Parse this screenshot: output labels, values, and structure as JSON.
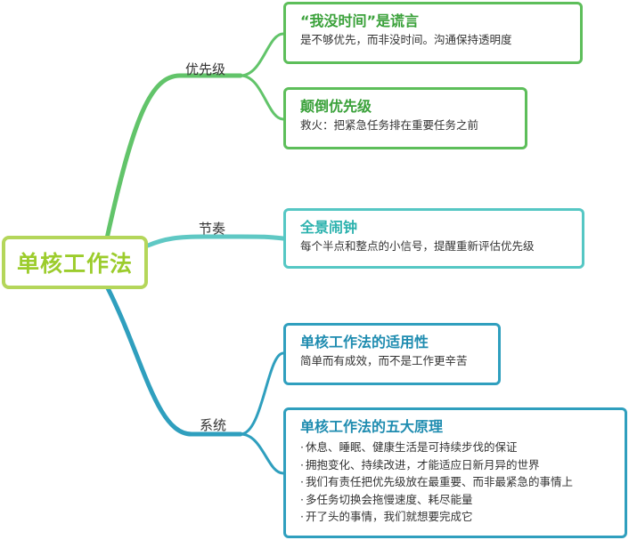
{
  "root": {
    "label": "单核工作法"
  },
  "branches": [
    {
      "label": "优先级"
    },
    {
      "label": "节奏"
    },
    {
      "label": "系统"
    }
  ],
  "cards": [
    {
      "title": "“我没时间”是谎言",
      "text": "是不够优先，而非没时间。沟通保持透明度"
    },
    {
      "title": "颠倒优先级",
      "text": "救火：把紧急任务排在重要任务之前"
    },
    {
      "title": "全景闹钟",
      "text": "每个半点和整点的小信号，提醒重新评估优先级"
    },
    {
      "title": "单核工作法的适用性",
      "text": "简单而有成效，而不是工作更辛苦"
    },
    {
      "title": "单核工作法的五大原理",
      "items": [
        "休息、睡眠、健康生活是可持续步伐的保证",
        "拥抱变化、持续改进，才能适应日新月异的世界",
        "我们有责任把优先级放在最重要、而非最紧急的事情上",
        "多任务切换会拖慢速度、耗尽能量",
        "开了头的事情，我们就想要完成它"
      ]
    }
  ],
  "colors": {
    "root": "#b4d65a",
    "priority": "#5dbe5a",
    "rhythm": "#55c7c4",
    "system": "#2f9fbe"
  }
}
